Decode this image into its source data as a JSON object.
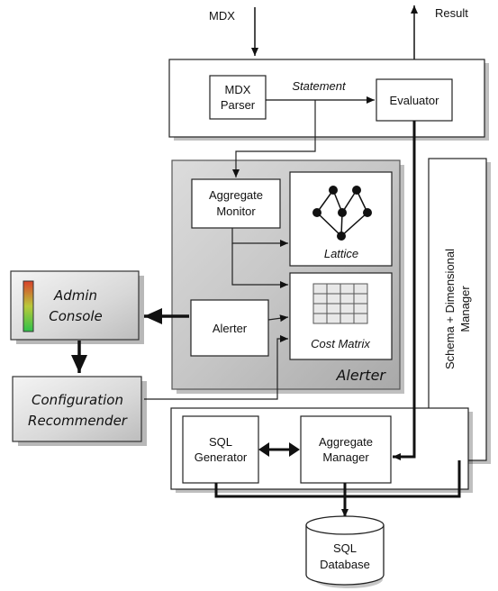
{
  "flows": {
    "input": "MDX",
    "output": "Result"
  },
  "top_box": {
    "parser": [
      "MDX",
      "Parser"
    ],
    "statement": "Statement",
    "evaluator": "Evaluator"
  },
  "alerter_panel": {
    "title": "Alerter",
    "aggregate_monitor": [
      "Aggregate",
      "Monitor"
    ],
    "lattice": "Lattice",
    "alerter": "Alerter",
    "cost_matrix": "Cost Matrix"
  },
  "schema_manager": [
    "Schema + Dimensional",
    "Manager"
  ],
  "admin_console": [
    "Admin",
    "Console"
  ],
  "configuration_recommender": [
    "Configuration",
    "Recommender"
  ],
  "sql_generator": [
    "SQL",
    "Generator"
  ],
  "aggregate_manager": [
    "Aggregate",
    "Manager"
  ],
  "sql_database": [
    "SQL",
    "Database"
  ],
  "colors": {
    "panel_gray": "#bdbdbd",
    "shadow": "#9a9a9a",
    "gauge_top": "#d8402a",
    "gauge_mid": "#b9c93a",
    "gauge_bottom": "#2fc24a"
  },
  "icons": {
    "lattice": "lattice-graph-icon",
    "cost_matrix": "grid-table-icon",
    "admin_gauge": "level-gauge-icon",
    "database": "cylinder-database-icon"
  }
}
